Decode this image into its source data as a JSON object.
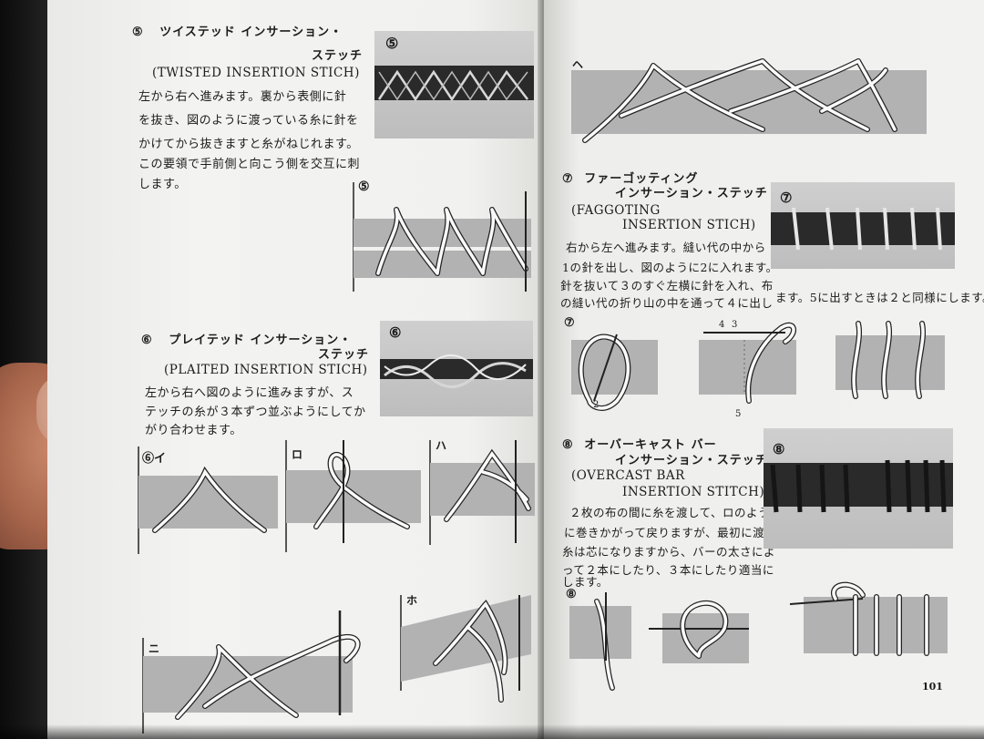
{
  "left_page": {
    "s5": {
      "num": "⑤",
      "title_jp_1": "ツイステッド インサーション・",
      "title_jp_2": "ステッチ",
      "title_en": "(TWISTED INSERTION STICH)",
      "body": [
        "左から右へ進みます。裏から表側に針",
        "を抜き、図のように渡っている糸に針を",
        "かけてから抜きますと糸がねじれます。",
        "この要領で手前側と向こう側を交互に刺",
        "します。"
      ],
      "photo_label": "⑤",
      "fig_label": "⑤"
    },
    "s6": {
      "num": "⑥",
      "title_jp_1": "プレイテッド インサーション・",
      "title_jp_2": "ステッチ",
      "title_en": "(PLAITED INSERTION STICH)",
      "body": [
        "左から右へ図のように進みますが、ス",
        "テッチの糸が３本ずつ並ぶようにしてか",
        "がり合わせます。"
      ],
      "photo_label": "⑥",
      "fig_labels": [
        "⑥イ",
        "ロ",
        "ハ",
        "ニ",
        "ホ"
      ]
    }
  },
  "right_page": {
    "top_fig_label": "ヘ",
    "s7": {
      "num": "⑦",
      "title_jp_1": "ファーゴッティング",
      "title_jp_2": "インサーション・ステッチ",
      "title_en_1": "(FAGGOTING",
      "title_en_2": "INSERTION STICH)",
      "body": [
        "右から左へ進みます。縫い代の中から",
        "1の針を出し、図のように2に入れます。",
        "針を抜いて３のすぐ左横に針を入れ、布",
        "の縫い代の折り山の中を通って４に出し"
      ],
      "body_end": "ます。5に出すときは２と同様にします。",
      "photo_label": "⑦",
      "fig_label": "⑦",
      "fig_nums": [
        "2",
        "4",
        "3",
        "5"
      ]
    },
    "s8": {
      "num": "⑧",
      "title_jp_1": "オーバーキャスト バー",
      "title_jp_2": "インサーション・ステッチ",
      "title_en_1": "(OVERCAST BAR",
      "title_en_2": "INSERTION STITCH)",
      "body": [
        "２枚の布の間に糸を渡して、ロのよう",
        "に巻きかがって戻りますが、最初に渡す",
        "糸は芯になりますから、バーの太さによ",
        "って２本にしたり、３本にしたり適当に",
        "します。"
      ],
      "photo_label": "⑧",
      "fig_label": "⑧"
    },
    "page_number": "101"
  }
}
